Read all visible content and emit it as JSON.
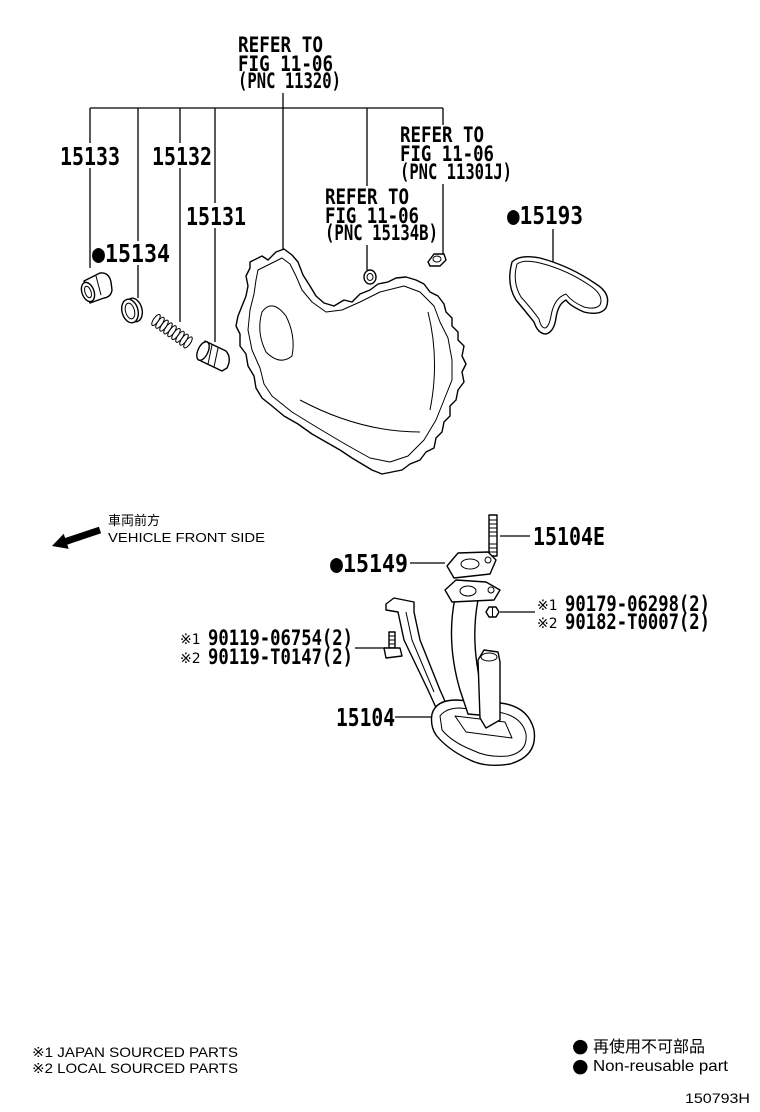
{
  "diagram_id": "150793H",
  "references": {
    "pnc_11320": [
      "REFER TO",
      "FIG 11-06",
      "(PNC 11320)"
    ],
    "pnc_11301j": [
      "REFER TO",
      "FIG 11-06",
      "(PNC 11301J)"
    ],
    "pnc_15134b": [
      "REFER TO",
      "FIG 11-06",
      "(PNC 15134B)"
    ]
  },
  "part_labels": {
    "p15133": "15133",
    "p15132": "15132",
    "p15131": "15131",
    "p15134": "●15134",
    "p15193": "●15193",
    "p15104e": "15104E",
    "p15149": "●15149",
    "p15104": "15104"
  },
  "fasteners": {
    "nut": [
      {
        "mark": "※1",
        "number": "90179-06298(2)"
      },
      {
        "mark": "※2",
        "number": "90182-T0007(2)"
      }
    ],
    "bolt": [
      {
        "mark": "※1",
        "number": "90119-06754(2)"
      },
      {
        "mark": "※2",
        "number": "90119-T0147(2)"
      }
    ]
  },
  "vehicle_front": {
    "jp": "車両前方",
    "en": "VEHICLE FRONT SIDE"
  },
  "notes": [
    "※1 JAPAN SOURCED PARTS",
    "※2 LOCAL SOURCED PARTS"
  ],
  "legend": {
    "symbol": "●",
    "jp": "再使用不可部品",
    "en": "Non-reusable part"
  },
  "colors": {
    "line": "#000000",
    "background": "#ffffff"
  }
}
